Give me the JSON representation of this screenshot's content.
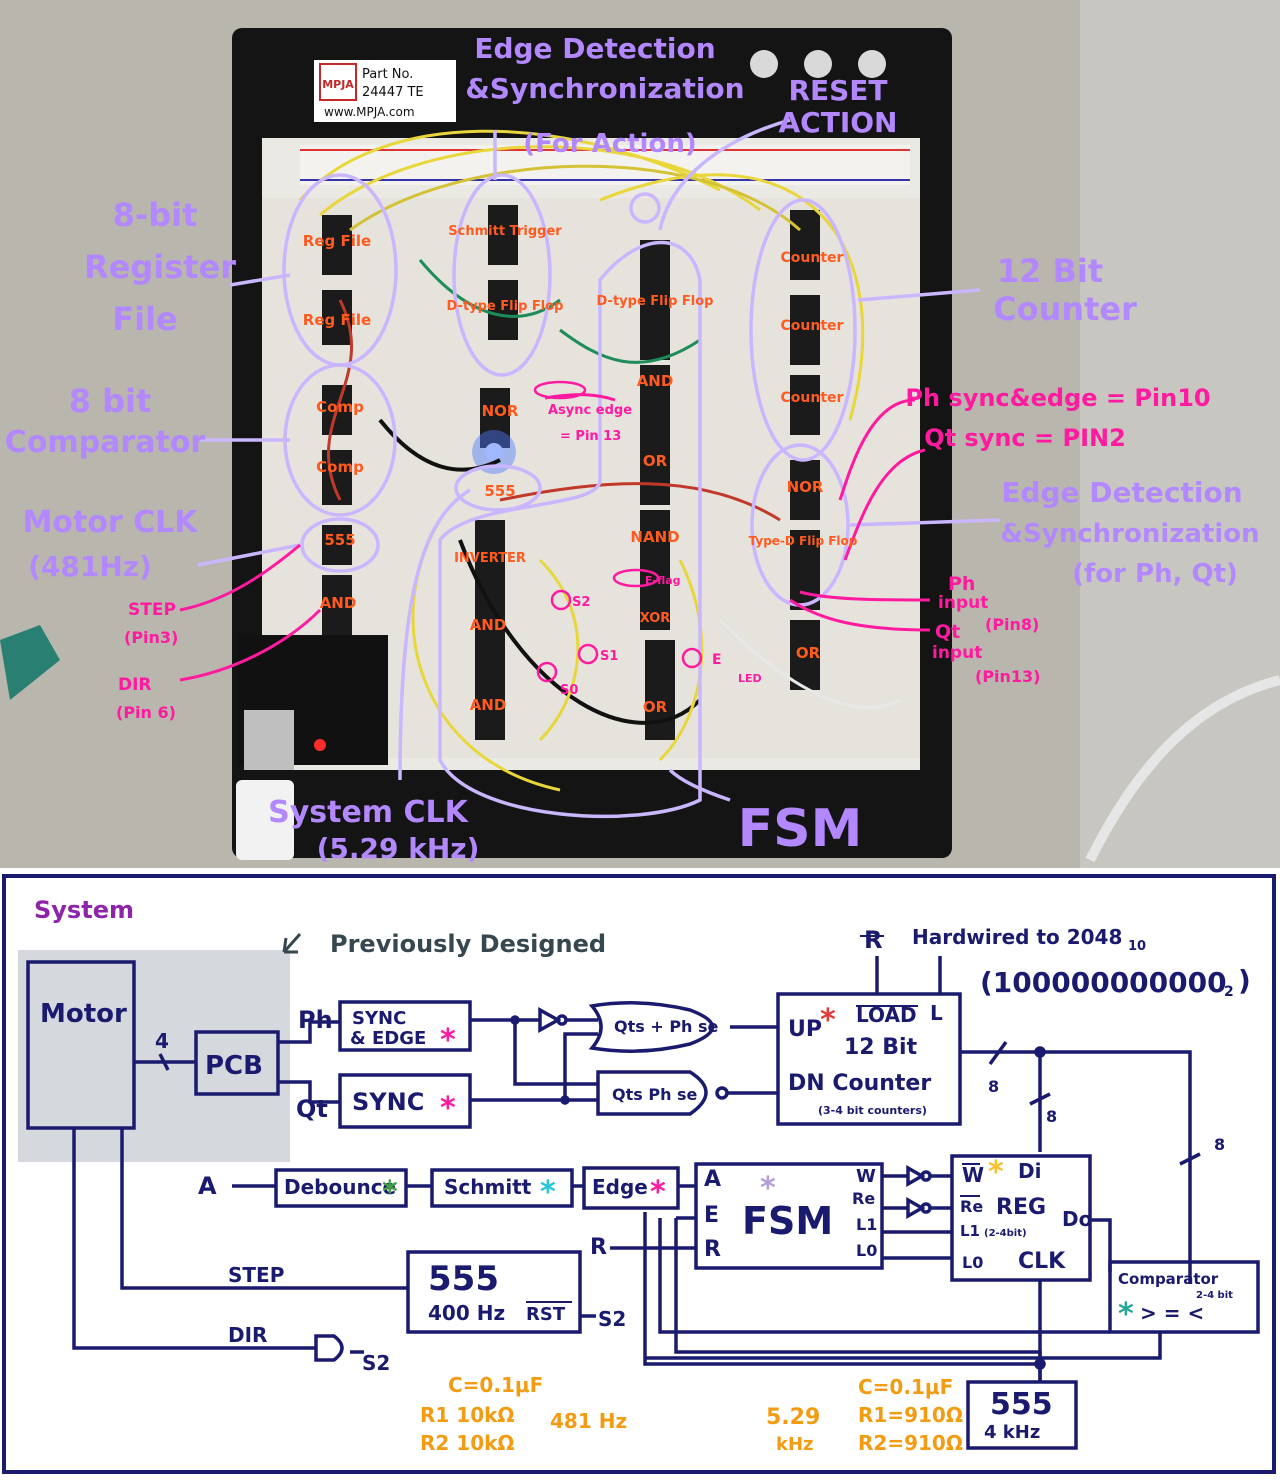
{
  "photo": {
    "board_label": {
      "line1": "Part No.",
      "line2": "24447 TE",
      "line3": "www.MPJA.com",
      "logo": "MPJA"
    },
    "annotations": {
      "edge_detect_top_1": "Edge Detection",
      "edge_detect_top_2": "&Synchronization",
      "edge_detect_top_3": "(For Action)",
      "reset_1": "RESET",
      "reset_2": "ACTION",
      "regfile_1": "8-bit",
      "regfile_2": "Register",
      "regfile_3": "File",
      "comparator_1": "8 bit",
      "comparator_2": "Comparator",
      "motorclk_1": "Motor CLK",
      "motorclk_2": "(481Hz)",
      "counter_1": "12 Bit",
      "counter_2": "Counter",
      "ph_pin": "Ph sync&edge = Pin10",
      "qt_pin": "Qt sync = PIN2",
      "edge_right_1": "Edge Detection",
      "edge_right_2": "&Synchronization",
      "edge_right_3": "(for Ph, Qt)",
      "ph_input_1": "Ph",
      "ph_input_2": "input",
      "ph_input_3": "(Pin8)",
      "qt_input_1": "Qt",
      "qt_input_2": "input",
      "qt_input_3": "(Pin13)",
      "step_1": "STEP",
      "step_2": "(Pin3)",
      "dir_1": "DIR",
      "dir_2": "(Pin 6)",
      "sysclk_1": "System CLK",
      "sysclk_2": "(5.29 kHz)",
      "fsm": "FSM",
      "async_1": "Async edge",
      "async_2": "= Pin 13"
    },
    "chip_labels": {
      "regfile_a": "Reg File",
      "regfile_b": "Reg File",
      "schmitt": "Schmitt Trigger",
      "dff_a": "D-type Flip Flop",
      "dff_b": "D-type Flip Flop",
      "and_a": "AND",
      "nor_a": "NOR",
      "or_a": "OR",
      "comp_a": "Comp",
      "comp_b": "Comp",
      "t555_a": "555",
      "t555_b": "555",
      "and_b": "AND",
      "counter_a": "Counter",
      "counter_b": "Counter",
      "counter_c": "Counter",
      "nor_b": "NOR",
      "typed": "Type-D Flip Flop",
      "or_b": "OR",
      "inverter": "INVERTER",
      "and_c": "AND",
      "and_d": "AND",
      "nand": "NAND",
      "xor": "XOR",
      "or_c": "OR",
      "s2": "S2",
      "s1": "S1",
      "s0": "S0",
      "e": "E",
      "led": "LED",
      "e_flag": "E-flag"
    }
  },
  "schematic": {
    "title": "System",
    "previously": "Previously Designed",
    "motor": "Motor",
    "bus4": "4",
    "pcb": "PCB",
    "ph": "Ph",
    "qt": "Qt",
    "sync_edge_1": "SYNC",
    "sync_edge_2": "& EDGE",
    "sync": "SYNC",
    "gate_or": "Qts + Ph se",
    "gate_nand": "Qts Ph se",
    "r_bar": "R",
    "hardwired_1": "Hardwired to 2048",
    "hardwired_sub": "10",
    "hardwired_2": "(100000000000",
    "hardwired_sub2": "2",
    "hardwired_close": ")",
    "counter_up": "UP",
    "counter_load": "LOAD",
    "counter_l": "L",
    "counter_12": "12 Bit",
    "counter_dn": "DN Counter",
    "counter_note": "(3-4 bit counters)",
    "bus8_a": "8",
    "bus8_b": "8",
    "bus8_c": "8",
    "input_a": "A",
    "debounce": "Debounce",
    "schmitt": "Schmitt",
    "edge": "Edge",
    "fsm_a": "A",
    "fsm_e": "E",
    "fsm_r": "R",
    "fsm": "FSM",
    "fsm_w": "W",
    "fsm_re": "Re",
    "fsm_l1": "L1",
    "fsm_l0": "L0",
    "r_in": "R",
    "reg_w": "W",
    "reg_di": "Di",
    "reg_re": "Re",
    "reg_label": "REG",
    "reg_l1": "L1",
    "reg_note": "(2-4bit)",
    "reg_l0": "L0",
    "reg_clk": "CLK",
    "reg_do": "Do",
    "comparator": "Comparator",
    "comp_note": "2-4 bit",
    "comp_ops": "> = <",
    "step": "STEP",
    "dir": "DIR",
    "t555_top": "555",
    "t555_freq": "400 Hz",
    "t555_rst": "RST",
    "s2_a": "S2",
    "s2_b": "S2",
    "rc_left_c": "C=0.1μF",
    "rc_left_r1": "R1 10kΩ",
    "rc_left_r2": "R2 10kΩ",
    "freq_left": "481 Hz",
    "freq_mid_1": "5.29",
    "freq_mid_2": "kHz",
    "rc_right_c": "C=0.1μF",
    "rc_right_r1": "R1=910Ω",
    "rc_right_r2": "R2=910Ω",
    "t555_b_top": "555",
    "t555_b_freq": "4 kHz"
  },
  "colors": {
    "navy": "#1a1a6e",
    "purple_annot": "#b388ff",
    "magenta": "#ff1aa0",
    "orange": "#f39c12",
    "shade": "#d5d8dc"
  }
}
